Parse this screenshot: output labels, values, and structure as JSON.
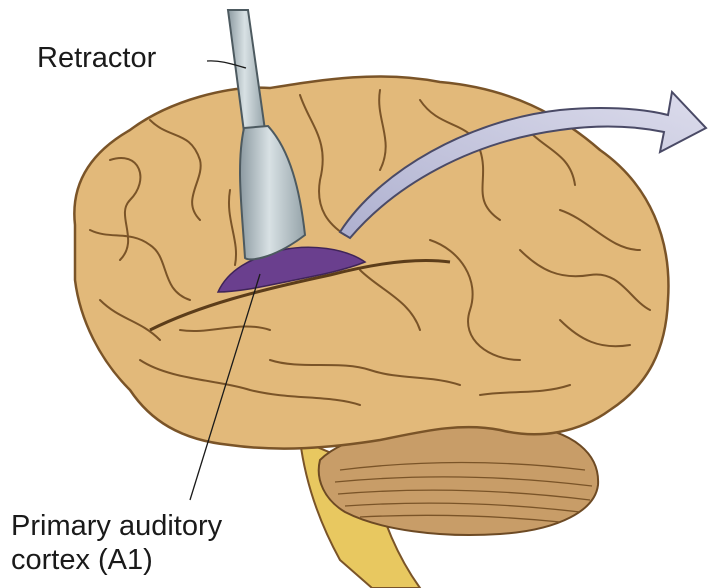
{
  "labels": {
    "retractor": "Retractor",
    "a1_line1": "Primary auditory",
    "a1_line2": "cortex (A1)"
  },
  "colors": {
    "brain_fill": "#e2b97a",
    "brain_outline": "#7a5428",
    "gyrus_shadow": "#c6924e",
    "auditory_cortex": "#6a3f8e",
    "retractor_metal": "#b7c3c8",
    "arrow_fill": "#c9c9df",
    "brainstem": "#e8c860",
    "cerebellum": "#c89d68"
  },
  "icons": [
    "retractor-icon",
    "curved-arrow-icon"
  ]
}
